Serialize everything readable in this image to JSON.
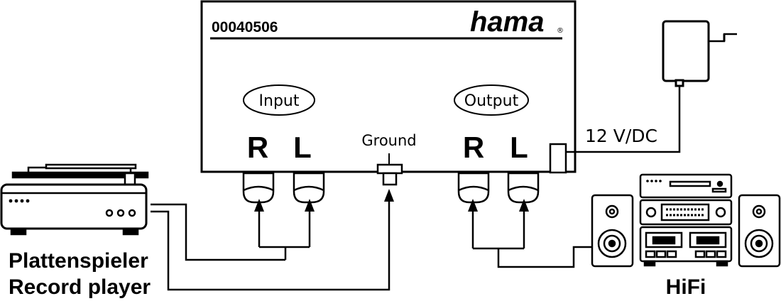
{
  "device": {
    "article_number": "00040506",
    "brand": "hama",
    "brand_mark": "®"
  },
  "labels": {
    "input": "Input",
    "output": "Output",
    "ground": "Ground",
    "input_r": "R",
    "input_l": "L",
    "output_r": "R",
    "output_l": "L",
    "power": "12 V/DC",
    "turntable_de": "Plattenspieler",
    "turntable_en": "Record player",
    "hifi": "HiFi"
  }
}
